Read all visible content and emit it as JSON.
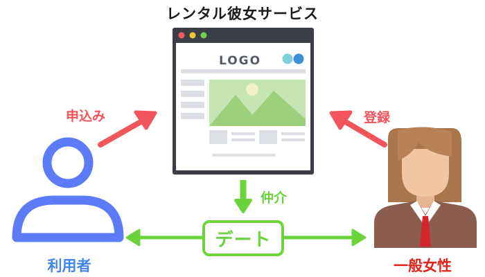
{
  "title": "レンタル彼女サービス",
  "arrows": {
    "apply_label": "申込み",
    "register_label": "登録",
    "mediate_label": "仲介"
  },
  "date_box": {
    "label": "デート"
  },
  "actors": {
    "user_label": "利用者",
    "woman_label": "一般女性"
  },
  "browser": {
    "logo_text": "LOGO"
  },
  "colors": {
    "red": "#f2545b",
    "green": "#6bd33c",
    "blue": "#5b7cf6",
    "user_label": "#3f86e6",
    "woman_label": "#e2231a"
  },
  "icons": [
    "person-icon",
    "woman-icon",
    "browser-window-icon",
    "image-placeholder-icon"
  ]
}
